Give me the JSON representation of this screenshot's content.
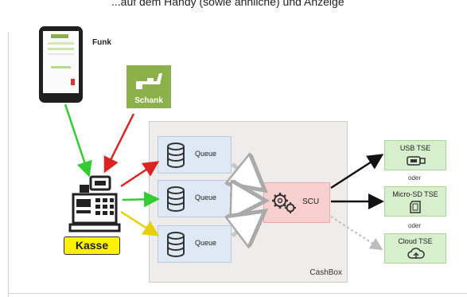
{
  "top_caption": "...auf dem Handy (sowie ähnliche) und Anzeige",
  "labels": {
    "funk": "Funk",
    "schank": "Schank",
    "kasse": "Kasse",
    "scu": "SCU",
    "cashbox": "CashBox"
  },
  "queues": [
    {
      "label": "Queue"
    },
    {
      "label": "Queue"
    },
    {
      "label": "Queue"
    }
  ],
  "tse": [
    {
      "label": "USB TSE",
      "icon": "usb-stick-icon"
    },
    {
      "label": "Micro-SD TSE",
      "icon": "sd-card-icon"
    },
    {
      "label": "Cloud TSE",
      "icon": "cloud-upload-icon"
    }
  ],
  "oder": [
    "oder",
    "oder"
  ],
  "colors": {
    "cashbox_bg": "#efedec",
    "queue_bg": "#dfe9f6",
    "scu_bg": "#f7cfcf",
    "tse_bg": "#d7efcd",
    "schank_bg": "#8cb04a",
    "kasse_bg": "#fff200",
    "arrow_green": "#33cc33",
    "arrow_red": "#dd2222",
    "arrow_yellow": "#e6d000",
    "arrow_black": "#111111",
    "arrow_grey": "#bdbdbd"
  }
}
